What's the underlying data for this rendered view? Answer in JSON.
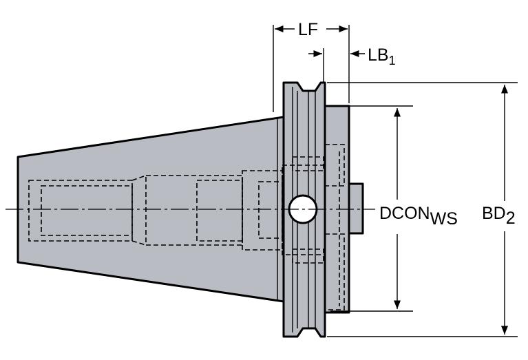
{
  "colors": {
    "body_fill": "#b9bcc2",
    "line": "#000000",
    "background": "#ffffff"
  },
  "dimensions": {
    "lf": "LF",
    "lb1_main": "LB",
    "lb1_sub": "1",
    "dcon_main": "DCON",
    "dcon_sub": "WS",
    "bd2_main": "BD",
    "bd2_sub": "2"
  }
}
